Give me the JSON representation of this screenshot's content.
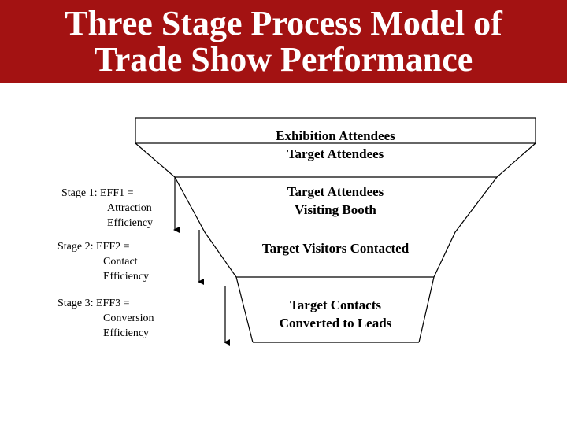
{
  "title": {
    "line1": "Three Stage Process Model of",
    "line2": "Trade Show Performance"
  },
  "funnel": {
    "level1": {
      "line1": "Exhibition Attendees",
      "line2": "Target Attendees"
    },
    "level2": {
      "line1": "Target Attendees",
      "line2": "Visiting Booth"
    },
    "level3": {
      "line1": "Target Visitors Contacted"
    },
    "level4": {
      "line1": "Target Contacts",
      "line2": "Converted to Leads"
    }
  },
  "stages": [
    {
      "prefix": "Stage 1:  EFF1 =",
      "line2": "Attraction",
      "line3": "Efficiency"
    },
    {
      "prefix": "Stage 2:  EFF2 =",
      "line2": "Contact",
      "line3": "Efficiency"
    },
    {
      "prefix": "Stage 3:  EFF3 =",
      "line2": "Conversion",
      "line3": "Efficiency"
    }
  ],
  "colors": {
    "title_background": "#a31212",
    "title_text": "#ffffff"
  }
}
